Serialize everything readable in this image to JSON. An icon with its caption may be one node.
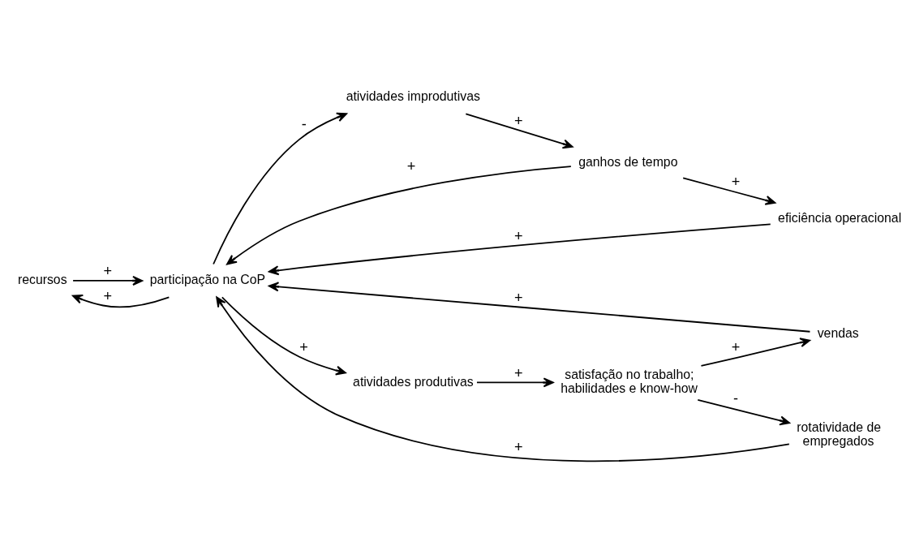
{
  "diagram": {
    "nodes": [
      {
        "text": [
          "recursos"
        ]
      },
      {
        "text": [
          "participação na CoP"
        ]
      },
      {
        "text": [
          "atividades improdutivas"
        ]
      },
      {
        "text": [
          "ganhos de tempo"
        ]
      },
      {
        "text": [
          "eficiência operacional"
        ]
      },
      {
        "text": [
          "vendas"
        ]
      },
      {
        "text": [
          "rotatividade de empregados"
        ]
      },
      {
        "text": [
          "atividades produtivas"
        ]
      },
      {
        "text": [
          "satisfação no trabalho; habilidades e know-how"
        ]
      }
    ],
    "edges": [
      {
        "from": 0,
        "to": 1,
        "arrow": "to",
        "label": "+"
      },
      {
        "from": 1,
        "to": 0,
        "arrow": "to",
        "label": "+"
      },
      {
        "from": 1,
        "to": 2,
        "arrow": "to",
        "label": "-"
      },
      {
        "from": 2,
        "to": 3,
        "arrow": "to",
        "label": "+"
      },
      {
        "from": 3,
        "to": 4,
        "arrow": "to",
        "label": "+"
      },
      {
        "from": 3,
        "to": 1,
        "arrow": "to",
        "label": "+"
      },
      {
        "from": 4,
        "to": 1,
        "arrow": "to",
        "label": "+"
      },
      {
        "from": 6,
        "to": 1,
        "arrow": "to",
        "label": "+"
      },
      {
        "from": 5,
        "to": 1,
        "arrow": "to",
        "label": "+"
      },
      {
        "from": 1,
        "to": 7,
        "arrow": "to",
        "label": "+"
      },
      {
        "from": 7,
        "to": 8,
        "arrow": "to",
        "label": "+"
      },
      {
        "from": 8,
        "to": 5,
        "arrow": "to",
        "label": "+"
      },
      {
        "from": 8,
        "to": 6,
        "arrow": "to",
        "label": "-"
      }
    ]
  }
}
